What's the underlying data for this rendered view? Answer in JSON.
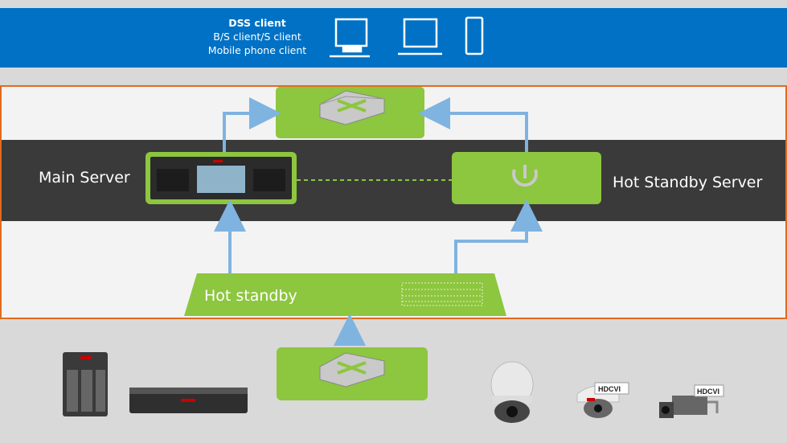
{
  "clients": {
    "line1": "DSS client",
    "line2": "B/S client/S client",
    "line3": "Mobile phone client",
    "icons": [
      "desktop-icon",
      "laptop-icon",
      "phone-icon"
    ]
  },
  "servers": {
    "main_label": "Main Server",
    "standby_label": "Hot Standby Server"
  },
  "storage": {
    "label": "Hot standby"
  },
  "devices": {
    "left": [
      "nvr-tower",
      "nvr-rack"
    ],
    "right": [
      "ptz-dome-camera",
      "hdcvi-dome-camera",
      "hdcvi-box-camera"
    ],
    "hdcvi_badge": "HDCVI"
  },
  "colors": {
    "blue_bar": "#0071c5",
    "green": "#8dc63f",
    "frame": "#e06b1f",
    "arrow": "#7fb3e0",
    "dark_band": "#3a3a3a"
  }
}
